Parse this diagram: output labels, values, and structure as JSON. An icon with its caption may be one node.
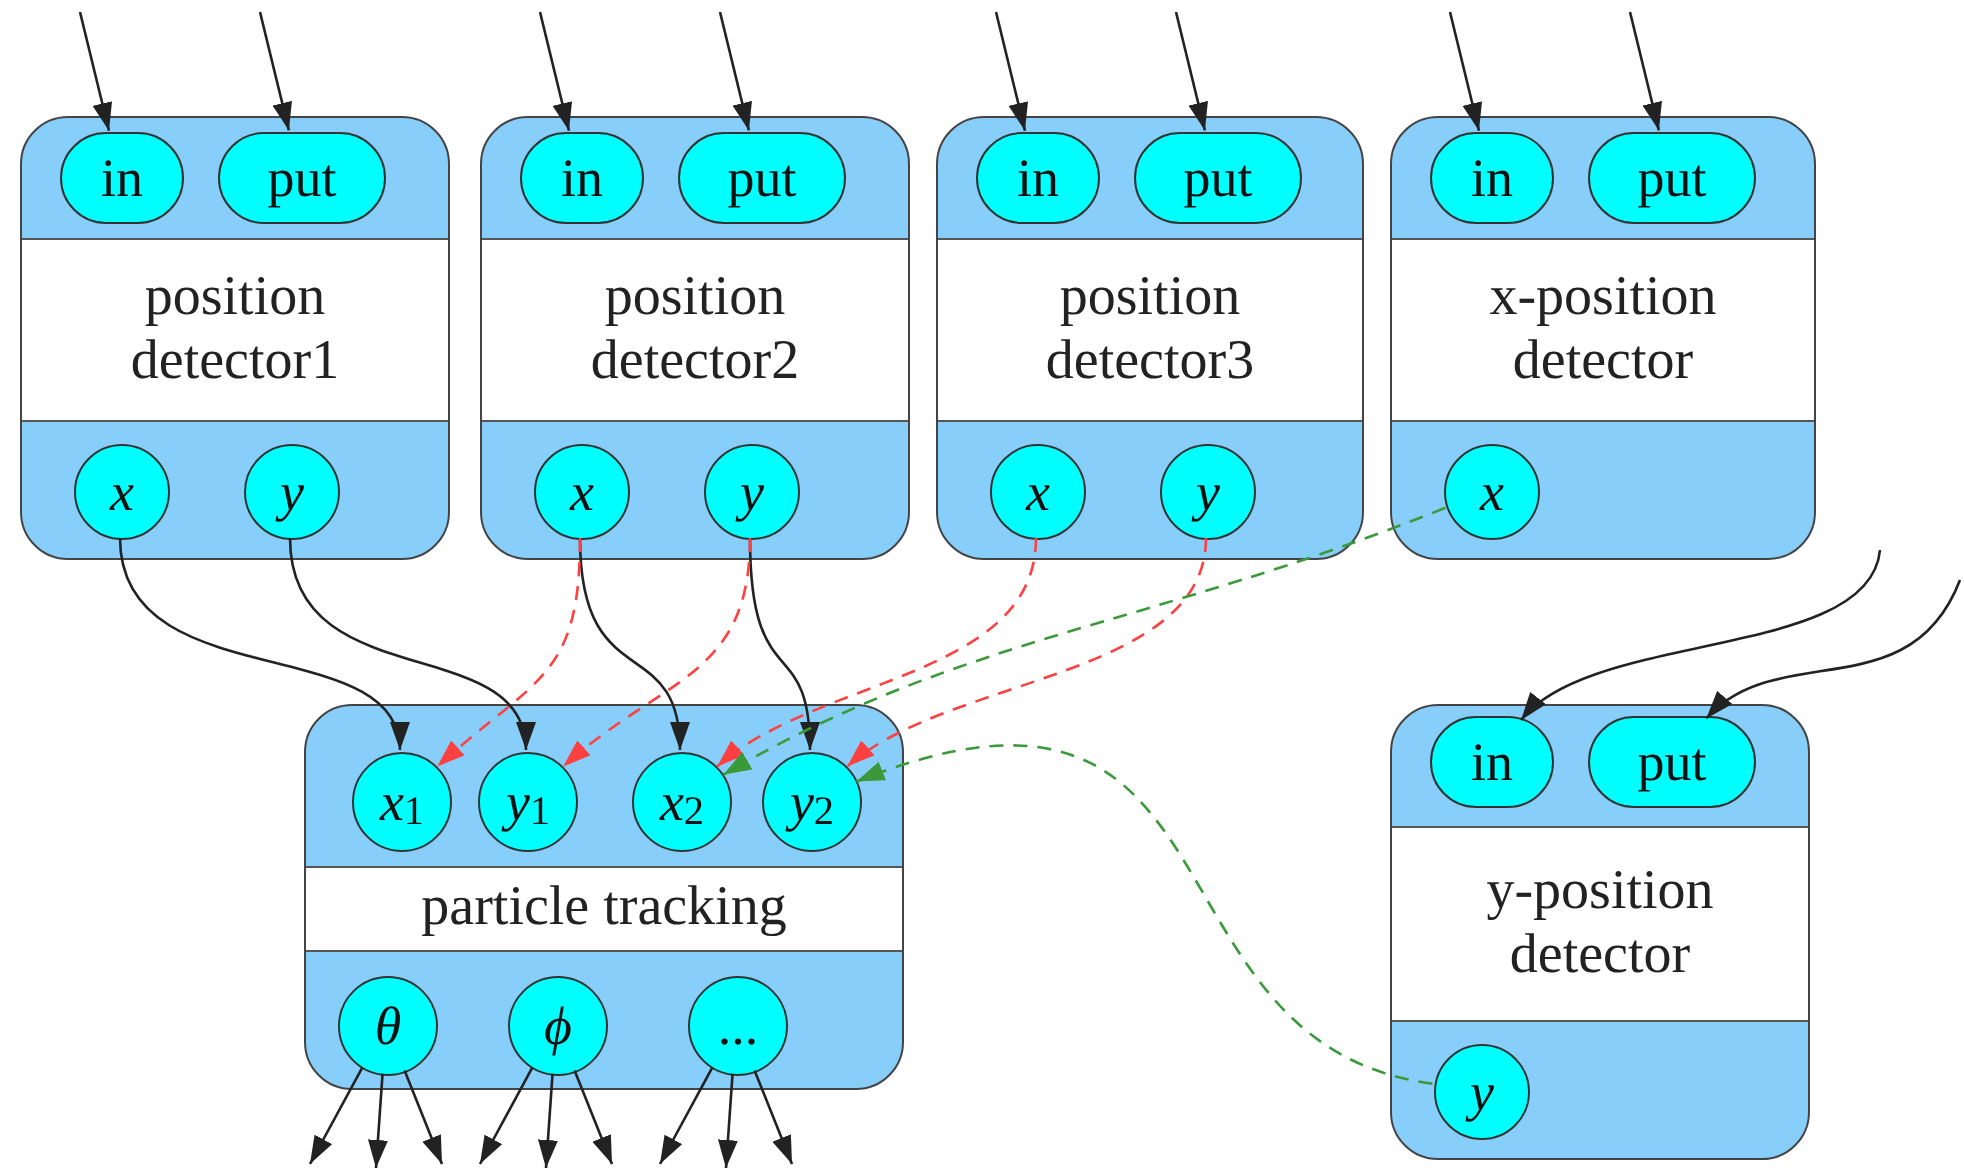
{
  "diagram": {
    "nodes": [
      {
        "text": [
          "position detector1"
        ]
      },
      {
        "text": [
          "in"
        ],
        "in": 0
      },
      {
        "text": [
          "put"
        ],
        "in": 0
      },
      {
        "text": [
          "x"
        ],
        "in": 0
      },
      {
        "text": [
          "y"
        ],
        "in": 0
      },
      {
        "text": [
          "position detector2"
        ]
      },
      {
        "text": [
          "in"
        ],
        "in": 5
      },
      {
        "text": [
          "put"
        ],
        "in": 5
      },
      {
        "text": [
          "x"
        ],
        "in": 5
      },
      {
        "text": [
          "y"
        ],
        "in": 5
      },
      {
        "text": [
          "position detector3"
        ]
      },
      {
        "text": [
          "in"
        ],
        "in": 10
      },
      {
        "text": [
          "put"
        ],
        "in": 10
      },
      {
        "text": [
          "x"
        ],
        "in": 10
      },
      {
        "text": [
          "y"
        ],
        "in": 10
      },
      {
        "text": [
          "x-position detector"
        ]
      },
      {
        "text": [
          "in"
        ],
        "in": 15
      },
      {
        "text": [
          "put"
        ],
        "in": 15
      },
      {
        "text": [
          "x"
        ],
        "in": 15
      },
      {
        "text": [
          "particle tracking"
        ]
      },
      {
        "text": [
          "*x*$_{1}$"
        ],
        "in": 19
      },
      {
        "text": [
          "*y*$_{1}$"
        ],
        "in": 19
      },
      {
        "text": [
          "*x*$_{2}$"
        ],
        "in": 19
      },
      {
        "text": [
          "*y*$_{2}$"
        ],
        "in": 19
      },
      {
        "text": [
          "θ"
        ],
        "in": 19
      },
      {
        "text": [
          "ϕ"
        ],
        "in": 19
      },
      {
        "text": [
          "..."
        ],
        "in": 19
      },
      {
        "text": [
          "y-position detector"
        ]
      },
      {
        "text": [
          "in"
        ],
        "in": 27
      },
      {
        "text": [
          "put"
        ],
        "in": 27
      },
      {
        "text": [
          "y"
        ],
        "in": 27
      }
    ],
    "edges": [
      {
        "from": null,
        "to": 1,
        "arrow": "to"
      },
      {
        "from": null,
        "to": 2,
        "arrow": "to"
      },
      {
        "from": null,
        "to": 6,
        "arrow": "to"
      },
      {
        "from": null,
        "to": 7,
        "arrow": "to"
      },
      {
        "from": null,
        "to": 11,
        "arrow": "to"
      },
      {
        "from": null,
        "to": 12,
        "arrow": "to"
      },
      {
        "from": null,
        "to": 16,
        "arrow": "to"
      },
      {
        "from": null,
        "to": 17,
        "arrow": "to"
      },
      {
        "from": null,
        "to": 28,
        "arrow": "to"
      },
      {
        "from": null,
        "to": 29,
        "arrow": "to"
      },
      {
        "from": 3,
        "to": 20,
        "arrow": "to"
      },
      {
        "from": 4,
        "to": 21,
        "arrow": "to"
      },
      {
        "from": 8,
        "to": 22,
        "arrow": "to"
      },
      {
        "from": 9,
        "to": 23,
        "arrow": "to"
      },
      {
        "from": 8,
        "to": 20,
        "arrow": "to",
        "style": "dashed",
        "color": "#ff4040"
      },
      {
        "from": 9,
        "to": 21,
        "arrow": "to",
        "style": "dashed",
        "color": "#ff4040"
      },
      {
        "from": 13,
        "to": 22,
        "arrow": "to",
        "style": "dashed",
        "color": "#ff4040"
      },
      {
        "from": 14,
        "to": 23,
        "arrow": "to",
        "style": "dashed",
        "color": "#ff4040"
      },
      {
        "from": 18,
        "to": 22,
        "arrow": "to",
        "style": "dashed",
        "color": "#3a9a3a"
      },
      {
        "from": 30,
        "to": 23,
        "arrow": "to",
        "style": "dashed",
        "color": "#3a9a3a"
      },
      {
        "from": 24,
        "to": null,
        "arrow": "to"
      },
      {
        "from": 24,
        "to": null,
        "arrow": "to"
      },
      {
        "from": 24,
        "to": null,
        "arrow": "to"
      },
      {
        "from": 25,
        "to": null,
        "arrow": "to"
      },
      {
        "from": 25,
        "to": null,
        "arrow": "to"
      },
      {
        "from": 25,
        "to": null,
        "arrow": "to"
      },
      {
        "from": 26,
        "to": null,
        "arrow": "to"
      },
      {
        "from": 26,
        "to": null,
        "arrow": "to"
      },
      {
        "from": 26,
        "to": null,
        "arrow": "to"
      }
    ]
  }
}
